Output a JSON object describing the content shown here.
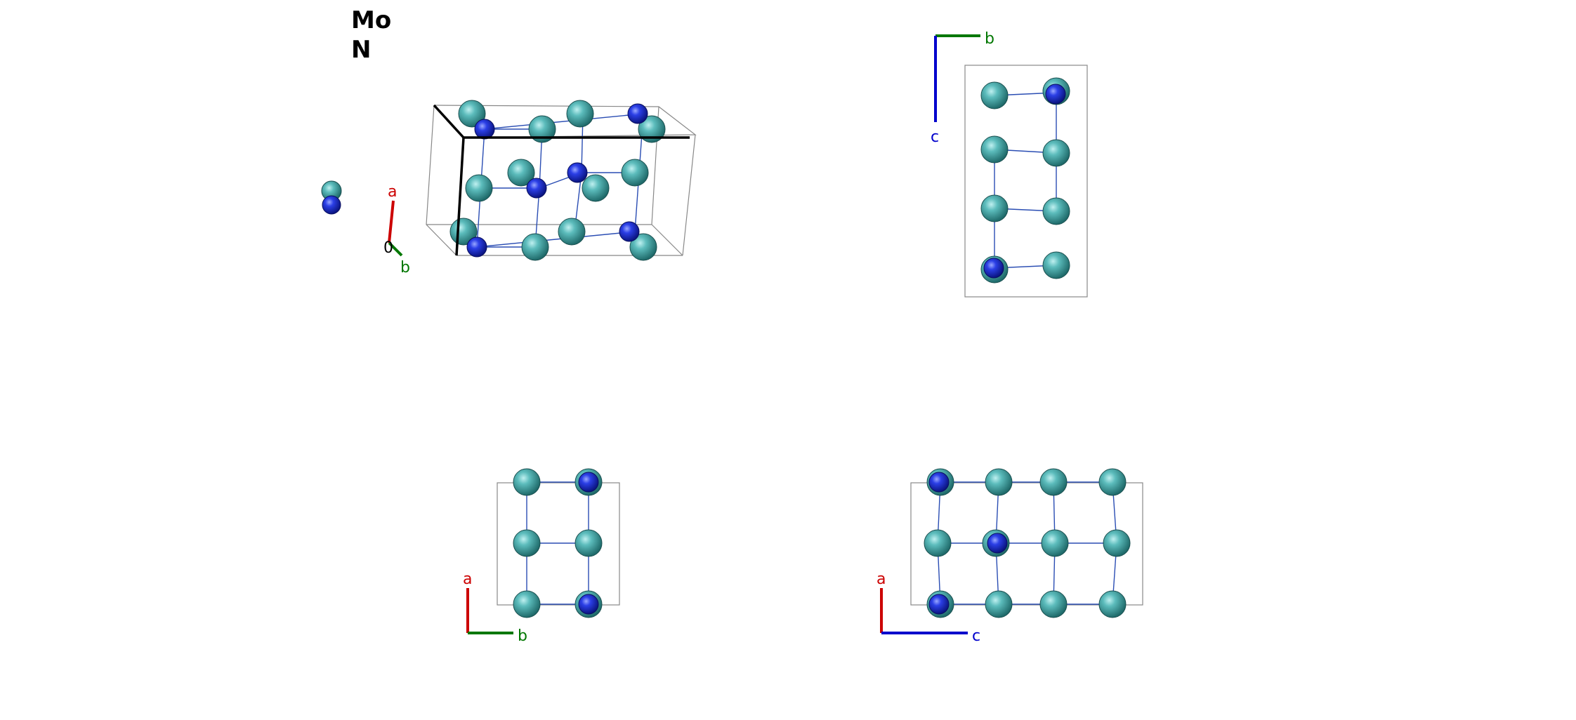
{
  "legend": {
    "elements": [
      "Mo",
      "N"
    ]
  },
  "colors": {
    "mo_atom": "#4fb3b3",
    "n_atom": "#2233dd",
    "axis_a": "#cc0000",
    "axis_b": "#007700",
    "axis_c": "#0000cc",
    "bond": "#2a4db3",
    "cell": "#888888",
    "cell_front": "#000000"
  },
  "views": {
    "perspective": {
      "axes": [
        "a",
        "b"
      ],
      "origin_label": "0"
    },
    "view_b_c": {
      "axes": [
        "b",
        "c"
      ]
    },
    "view_a_b": {
      "axes": [
        "a",
        "b"
      ]
    },
    "view_a_c": {
      "axes": [
        "a",
        "c"
      ]
    }
  }
}
